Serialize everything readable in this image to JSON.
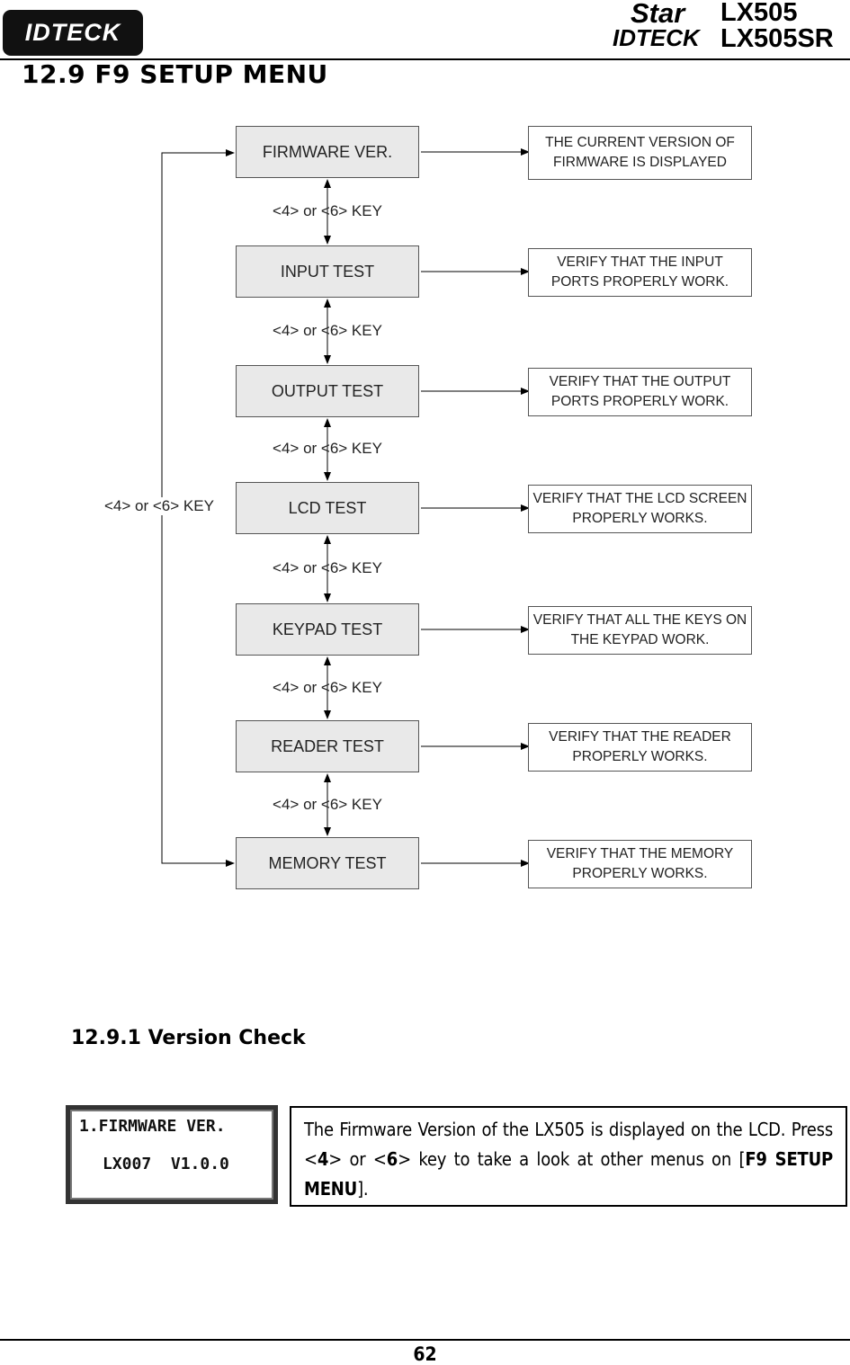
{
  "header": {
    "logo_text": "IDTECK",
    "brand_star": "Star",
    "brand_model1": "LX505",
    "brand_idteck": "IDTECK",
    "brand_model2": "LX505SR"
  },
  "section_title": "12.9 F9 SETUP MENU",
  "diagram": {
    "menu_items": [
      "FIRMWARE VER.",
      "INPUT TEST",
      "OUTPUT TEST",
      "LCD TEST",
      "KEYPAD TEST",
      "READER TEST",
      "MEMORY TEST"
    ],
    "descriptions": [
      "THE CURRENT VERSION OF FIRMWARE IS DISPLAYED",
      "VERIFY THAT THE INPUT PORTS PROPERLY WORK.",
      "VERIFY THAT THE OUTPUT PORTS PROPERLY WORK.",
      "VERIFY THAT THE LCD SCREEN PROPERLY WORKS.",
      "VERIFY THAT ALL THE KEYS ON THE KEYPAD WORK.",
      "VERIFY THAT THE READER PROPERLY WORKS.",
      "VERIFY THAT THE MEMORY PROPERLY WORKS."
    ],
    "key_label": "<4> or <6> KEY",
    "loop_label": "<4> or <6> KEY"
  },
  "subsection_title": "12.9.1 Version Check",
  "lcd": {
    "line1": "1.FIRMWARE VER.",
    "line2": "LX007  V1.0.0"
  },
  "explanation": {
    "part1": "The Firmware Version of the LX505 is displayed on the LCD. Press <",
    "key_a": "4",
    "part2": "> or <",
    "key_b": "6",
    "part3": "> key to take a look at other menus on [",
    "menu_ref": "F9 SETUP MENU",
    "part4": "]."
  },
  "footer": {
    "page_number": "62"
  }
}
